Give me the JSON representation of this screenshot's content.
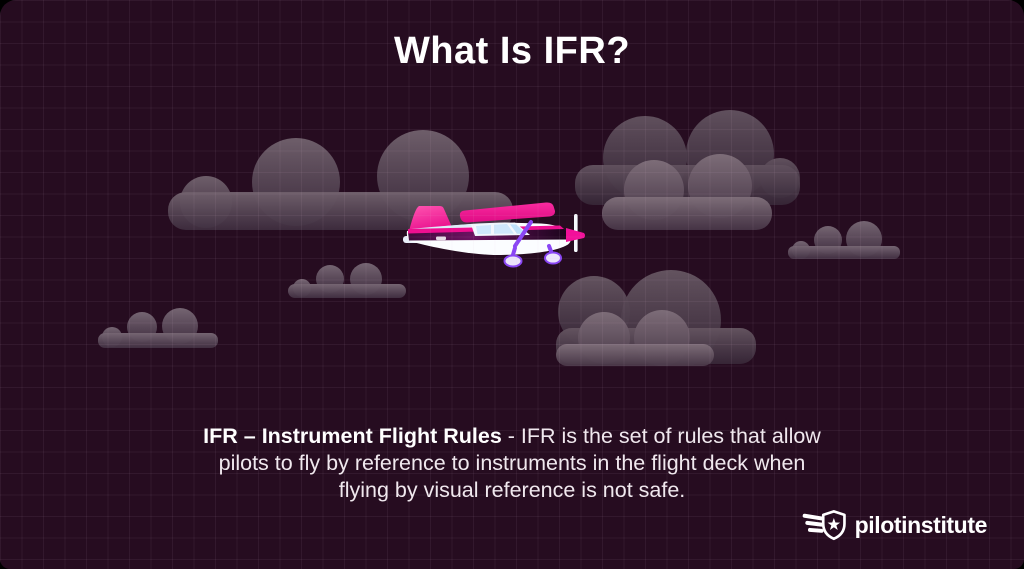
{
  "header": {
    "title": "What Is IFR?"
  },
  "description": {
    "line1_bold": "IFR – Instrument Flight Rules",
    "line1_rest": " - IFR is the set of rules that allow",
    "line2": "pilots to fly by reference to instruments in the flight deck when",
    "line3": "flying by visual reference is not safe."
  },
  "branding": {
    "logo_text": "pilotinstitute"
  },
  "scene": {
    "airplane": "single-engine-high-wing-airplane-flying-right",
    "clouds": [
      "big-left",
      "right-back",
      "right-front",
      "small-middle-left",
      "small-bottom-left",
      "bottom-middle-back",
      "bottom-middle-front",
      "small-right"
    ]
  },
  "colors": {
    "page_background": "#000000",
    "panel_background": "#260c20",
    "grid_line": "rgba(222,186,212,0.07)",
    "accent_pink": "#ee0f90",
    "cloud_back": "#5c4d59",
    "cloud_front": "#7b6b76",
    "strut_purple": "#8a46f4",
    "window_blue": "#cfe9fc",
    "title_text": "#ffffff",
    "body_text": "#f0e8ee"
  }
}
